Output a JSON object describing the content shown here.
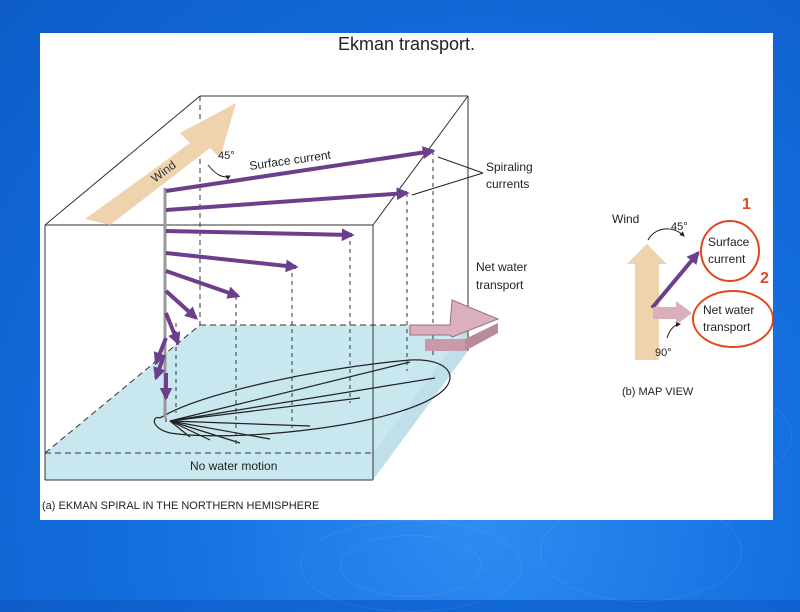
{
  "slide": {
    "title": "Ekman transport."
  },
  "spiral": {
    "wind_label": "Wind",
    "angle_label": "45°",
    "surface_current_label": "Surface current",
    "spiraling_label_line1": "Spiraling",
    "spiraling_label_line2": "currents",
    "net_label_line1": "Net water",
    "net_label_line2": "transport",
    "no_motion_label": "No water motion",
    "caption": "(a) EKMAN SPIRAL IN THE NORTHERN HEMISPHERE"
  },
  "mapview": {
    "wind_label": "Wind",
    "angle45_label": "45°",
    "angle90_label": "90°",
    "surface_line1": "Surface",
    "surface_line2": "current",
    "net_line1": "Net water",
    "net_line2": "transport",
    "caption": "(b) MAP VIEW",
    "marker1": "1",
    "marker2": "2"
  },
  "colors": {
    "arrow_purple": "#6b3f8c",
    "wind_tan": "#efd3ad",
    "net_pink": "#d9b0bc",
    "water": "#c9e7ee",
    "highlight_red": "#e0481e"
  }
}
